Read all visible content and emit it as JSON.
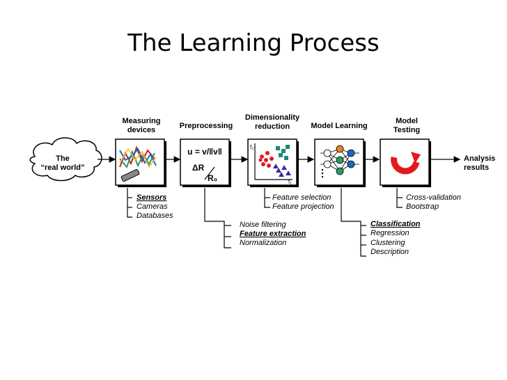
{
  "title": "The Learning Process",
  "input_label_1": "The",
  "input_label_2": "“real world”",
  "output_label_1": "Analysis",
  "output_label_2": "results",
  "stages": [
    {
      "line1": "Measuring",
      "line2": "devices"
    },
    {
      "line1": "Preprocessing",
      "line2": ""
    },
    {
      "line1": "Dimensionality",
      "line2": "reduction"
    },
    {
      "line1": "Model Learning",
      "line2": ""
    },
    {
      "line1": "Model",
      "line2": "Testing"
    }
  ],
  "preproc": {
    "formula": "u = v/‖v‖",
    "delta": "ΔR",
    "r0": "R₀"
  },
  "axes": {
    "f1": "f₁",
    "f2": "f₂"
  },
  "lists": {
    "measuring": [
      "Sensors",
      "Cameras",
      "Databases"
    ],
    "preprocessing": [
      "Noise filtering",
      "Feature extraction",
      "Normalization"
    ],
    "dimred": [
      "Feature selection",
      "Feature projection"
    ],
    "learning": [
      "Classification",
      "Regression",
      "Clustering",
      "Description"
    ],
    "testing": [
      "Cross-validation",
      "Bootstrap"
    ]
  },
  "colors": {
    "red": "#e31a1c",
    "teal": "#1a8a7a",
    "purple": "#3a2aa0",
    "orange": "#f08020",
    "green": "#2a9a6a",
    "blue": "#1a6ac0"
  }
}
